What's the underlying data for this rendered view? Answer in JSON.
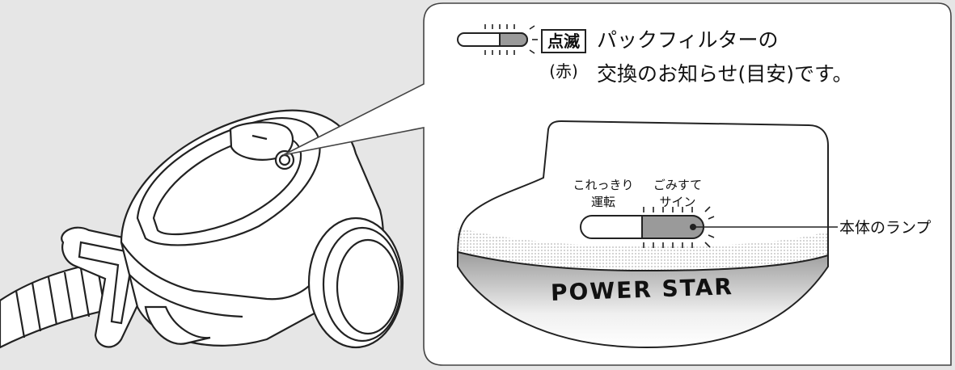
{
  "legend": {
    "badge_blink": "点滅",
    "badge_red": "(赤)",
    "line1": "パックフィルターの",
    "line2": "交換のお知らせ(目安)です。"
  },
  "panel": {
    "label_left_line1": "これっきり",
    "label_left_line2": "運転",
    "label_right_line1": "ごみすて",
    "label_right_line2": "サイン",
    "brand": "POWER STAR",
    "callout": "本体のランプ"
  },
  "colors": {
    "background": "#e6e6e6",
    "callout_fill": "#ffffff",
    "lamp_gray": "#9a9a9a",
    "outline": "#222222"
  }
}
